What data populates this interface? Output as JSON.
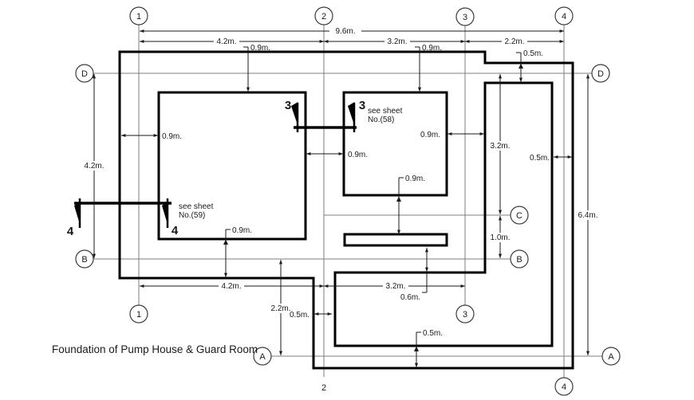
{
  "title": "Foundation of Pump House & Guard Room",
  "grid": {
    "bubbles": {
      "b1": "1",
      "b2": "2",
      "b3": "3",
      "b4": "4",
      "bA": "A",
      "bB": "B",
      "bC": "C",
      "bD": "D"
    },
    "bottom_col2_label": "2"
  },
  "dims": {
    "top_total": "9.6m.",
    "top_1_2": "4.2m.",
    "top_2_3": "3.2m.",
    "top_3_4": "2.2m.",
    "bottom_1_2": "4.2m.",
    "bottom_2_3": "3.2m.",
    "left_d_b": "4.2m.",
    "left_b_a": "2.2m.",
    "right_d_c": "3.2m.",
    "right_c_b": "1.0m.",
    "right_total": "6.4m.",
    "wall_top_left": "0.9m.",
    "wall_top_mid": "0.9m.",
    "wall_top_right": "0.5m.",
    "wall_left": "0.9m.",
    "rooms_gap": "0.9m.",
    "room_right_gap": "0.9m.",
    "wall_right": "0.5m.",
    "room_bottom_left": "0.9m.",
    "room_bottom_mid": "0.9m.",
    "bar_gap": "0.6m.",
    "wall_lower_left": "0.5m.",
    "wall_lower_bottom": "0.5m."
  },
  "sections": {
    "marker_3": "3",
    "marker_4": "4",
    "note_58_line1": "see sheet",
    "note_58_line2": "No.(58)",
    "note_59_line1": "see sheet",
    "note_59_line2": "No.(59)"
  },
  "colors": {
    "wall": "#000000",
    "grid_line": "#7d7d7d",
    "dim_line": "#1a1a1a",
    "background": "#ffffff"
  }
}
